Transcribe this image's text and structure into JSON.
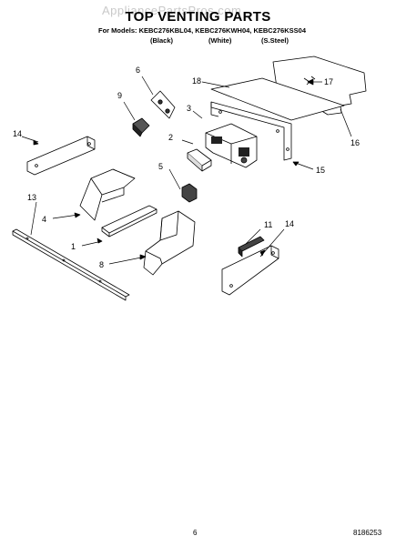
{
  "header": {
    "watermark": "AppliancePartsPros.com",
    "title": "TOP VENTING PARTS",
    "models_line": "For Models: KEBC276KBL04, KEBC276KWH04, KEBC276KSS04",
    "colors": [
      "(Black)",
      "(White)",
      "(S.Steel)"
    ]
  },
  "callouts": [
    "1",
    "2",
    "3",
    "4",
    "5",
    "6",
    "8",
    "9",
    "11",
    "13",
    "14",
    "14",
    "15",
    "16",
    "17",
    "18"
  ],
  "footer": {
    "page_number": "6",
    "doc_number": "8186253"
  }
}
